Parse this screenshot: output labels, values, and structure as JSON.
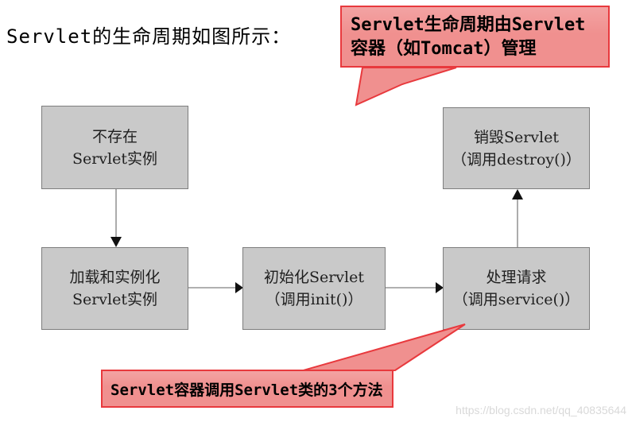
{
  "page": {
    "title": "Servlet的生命周期如图所示：",
    "watermark": "https://blog.csdn.net/qq_40835644"
  },
  "callouts": {
    "top": {
      "lines": [
        "Servlet生命周期由Servlet",
        "容器（如Tomcat）管理"
      ]
    },
    "bottom": {
      "lines": [
        "Servlet容器调用Servlet类的3个方法"
      ]
    }
  },
  "diagram": {
    "nodes": [
      {
        "id": "no-instance",
        "lines": [
          "不存在",
          "Servlet实例"
        ]
      },
      {
        "id": "load-instantiate",
        "lines": [
          "加载和实例化",
          "Servlet实例"
        ]
      },
      {
        "id": "init",
        "lines": [
          "初始化Servlet",
          "（调用init()）"
        ]
      },
      {
        "id": "service",
        "lines": [
          "处理请求",
          "（调用service()）"
        ]
      },
      {
        "id": "destroy",
        "lines": [
          "销毁Servlet",
          "（调用destroy()）"
        ]
      }
    ],
    "edges": [
      {
        "from": "no-instance",
        "to": "load-instantiate"
      },
      {
        "from": "load-instantiate",
        "to": "init"
      },
      {
        "from": "init",
        "to": "service"
      },
      {
        "from": "service",
        "to": "destroy"
      }
    ]
  },
  "colors": {
    "callout_fill": "#f0908f",
    "callout_border": "#e8393d",
    "node_fill": "#c9c9c9",
    "node_border": "#7d7d7d",
    "line_color": "#808080",
    "arrow_color": "#111111",
    "watermark_color": "#d9d9d9"
  }
}
